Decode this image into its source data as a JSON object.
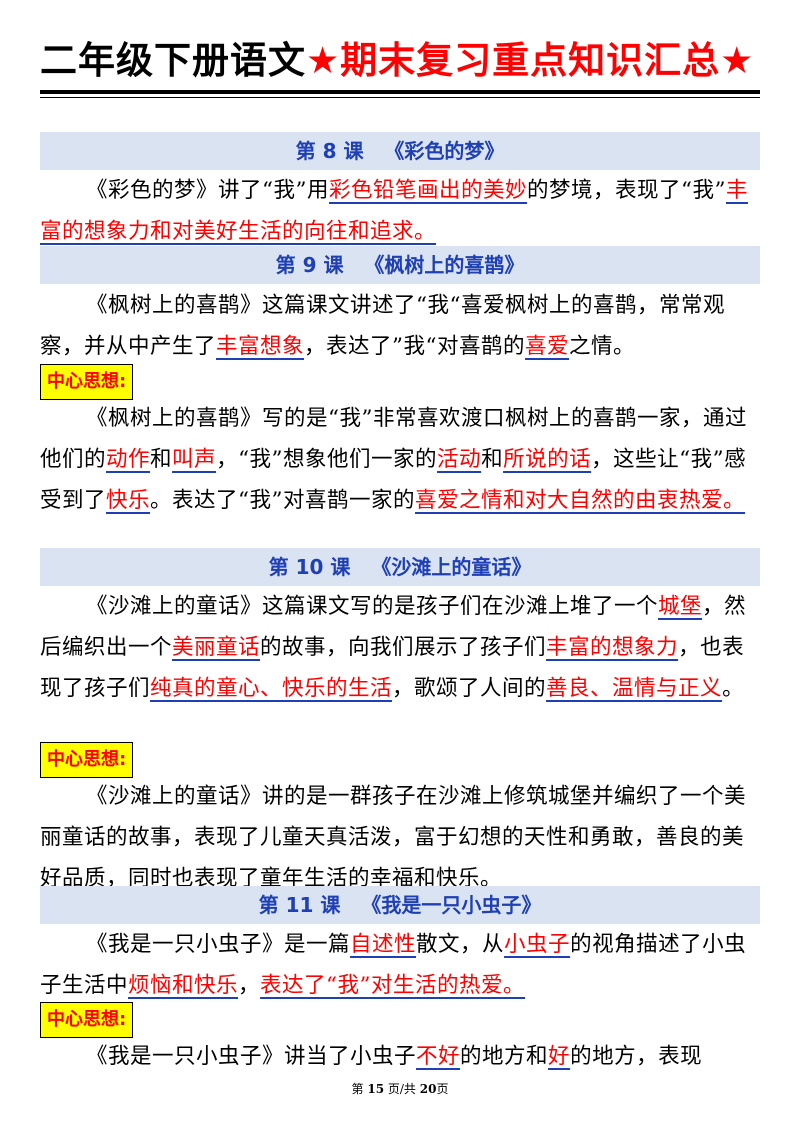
{
  "title": {
    "main": "二年级下册语文",
    "highlight": "★期末复习重点知识汇总★"
  },
  "tag_label": "中心思想:",
  "lessons": [
    {
      "heading": "第 8 课   《彩色的梦》",
      "summary": [
        "《彩色的梦》讲了“我”用",
        "彩色铅笔画出的美妙",
        "的梦境，表现了“我”",
        "丰富的想象力和对美好生活的向往和追求。"
      ]
    },
    {
      "heading": "第 9 课   《枫树上的喜鹊》",
      "summary": [
        "《枫树上的喜鹊》这篇课文讲述了“我“喜爱枫树上的喜鹊，常常观察，并从中产生了",
        "丰富想象",
        "，表达了”我“对喜鹊的",
        "喜爱",
        "之情。"
      ],
      "idea": [
        "《枫树上的喜鹊》写的是“我”非常喜欢渡口枫树上的喜鹊一家，通过他们的",
        "动作",
        "和",
        "叫声",
        "，“我”想象他们一家的",
        "活动",
        "和",
        "所说的话",
        "，这些让“我”感受到了",
        "快乐",
        "。表达了“我”对喜鹊一家的",
        "喜爱之情和对大自然的由衷热爱。"
      ]
    },
    {
      "heading": "第 10 课   《沙滩上的童话》",
      "summary": [
        "《沙滩上的童话》这篇课文写的是孩子们在沙滩上堆了一个",
        "城堡",
        "，然后编织出一个",
        "美丽童话",
        "的故事，向我们展示了孩子们",
        "丰富的想象力",
        "，也表现了孩子们",
        "纯真的童心、快乐的生活",
        "，歌颂了人间的",
        "善良、温情与正义",
        "。"
      ],
      "idea": "《沙滩上的童话》讲的是一群孩子在沙滩上修筑城堡并编织了一个美丽童话的故事，表现了儿童天真活泼，富于幻想的天性和勇敢，善良的美好品质，同时也表现了童年生活的幸福和快乐。"
    },
    {
      "heading": "第 11 课   《我是一只小虫子》",
      "summary": [
        "《我是一只小虫子》是一篇",
        "自述性",
        "散文，从",
        "小虫子",
        "的视角描述了小虫子生活中",
        "烦恼和快乐",
        "，",
        "表达了“我”对生活的热爱。"
      ],
      "idea": [
        "《我是一只小虫子》讲当了小虫子",
        "不好",
        "的地方和",
        "好",
        "的地方，表现"
      ]
    }
  ],
  "footer": {
    "prefix": "第 ",
    "page": "15",
    "middle": " 页/共 ",
    "total": "20",
    "suffix": "页"
  }
}
